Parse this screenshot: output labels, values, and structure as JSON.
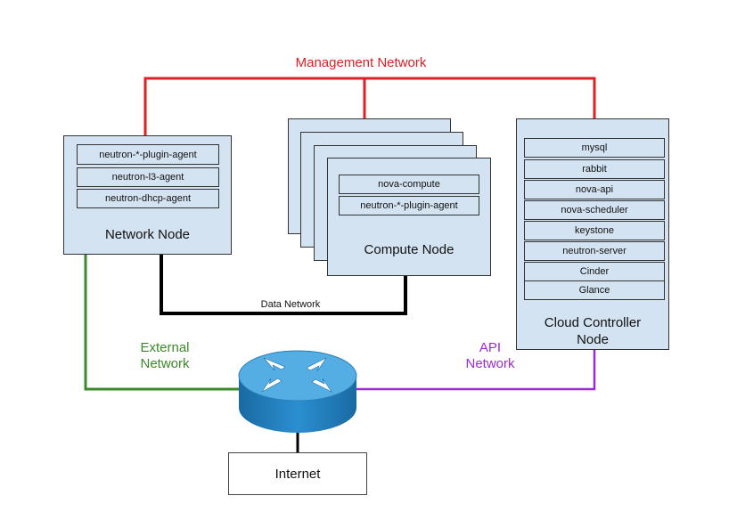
{
  "networks": {
    "management": {
      "label": "Management Network",
      "color": "#dd1f26"
    },
    "data": {
      "label": "Data Network",
      "color": "#000000"
    },
    "external": {
      "label_line1": "External",
      "label_line2": "Network",
      "color": "#3b8a2a"
    },
    "api": {
      "label_line1": "API",
      "label_line2": "Network",
      "color": "#9a2bd6"
    }
  },
  "network_node": {
    "title": "Network Node",
    "services": [
      "neutron-*-plugin-agent",
      "neutron-l3-agent",
      "neutron-dhcp-agent"
    ]
  },
  "compute_node": {
    "title": "Compute Node",
    "services": [
      "nova-compute",
      "neutron-*-plugin-agent"
    ]
  },
  "controller_node": {
    "title_line1": "Cloud Controller",
    "title_line2": "Node",
    "services": [
      "mysql",
      "rabbit",
      "nova-api",
      "nova-scheduler",
      "keystone",
      "neutron-server",
      "Cinder",
      "Glance"
    ]
  },
  "internet": {
    "label": "Internet"
  },
  "colors": {
    "node_fill": "#d4e3f2",
    "router_top": "#4aa3d8",
    "router_side": "#1f78b4"
  },
  "icons": {
    "router": "router-icon"
  }
}
